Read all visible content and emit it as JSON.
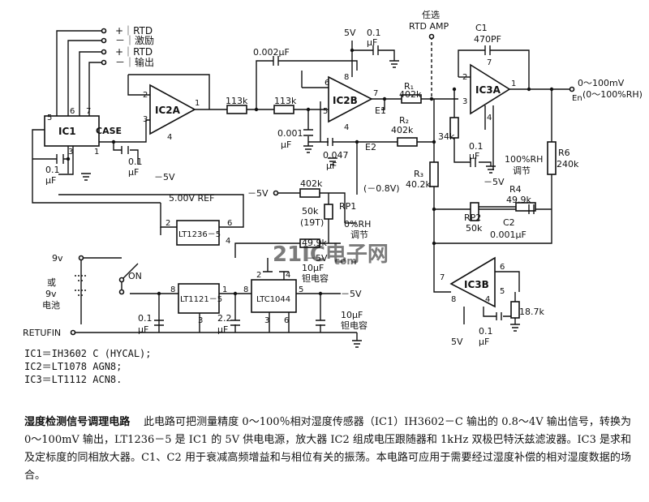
{
  "terminals": [
    "RTD",
    "激励",
    "RTD",
    "输出"
  ],
  "chips": {
    "ic1": "IC1",
    "ic2a": "IC2A",
    "ic2b": "IC2B",
    "ic3a": "IC3A",
    "ic3b": "IC3B",
    "lt1236": "LT1236－5",
    "lt1121": "LT1121－5",
    "ltc1044": "LTC1044"
  },
  "labels": {
    "case": "CASE",
    "ref": "5.00V REF",
    "five_v": "5V",
    "neg5v": "－5V",
    "neg5v_b": "－5V",
    "neg5v_c": "－5V",
    "neg5v_d": "－5V",
    "five_v_b": "5V",
    "nine_v": "9v",
    "battery": [
      "或",
      "9v",
      "电池"
    ],
    "on": "ON",
    "return": "RETUFIN",
    "optional": "任选",
    "rtd_amp": "RTD AMP",
    "e1": "E1",
    "e2": "E2",
    "en": "En",
    "output": "0～100mV",
    "output_sub": "(0～100%RH)",
    "rh100": "100%RH",
    "rh100_adj": "调节",
    "rh0": "0%RH",
    "rh0_adj": "调节",
    "neg08": "(－0.8V)",
    "rp1": "RP1",
    "rp2": "RP2",
    "turns": "(19T)",
    "tantalum1": "10μF",
    "tantalum1_b": "钽电容",
    "tantalum2": "10μF",
    "tantalum2_b": "钽电容",
    "c1": "C1",
    "c2": "C2"
  },
  "values": {
    "c_ic1": "0.1",
    "c_ic1_u": "μF",
    "c_ic1b": "0.1",
    "c_ic1b_u": "μF",
    "c_002": "0.002μF",
    "r113a": "113k",
    "r113b": "113k",
    "c_0001": "0.001",
    "c_0001_u": "μF",
    "c_0047": "0.047",
    "c_0047_u": "μF",
    "c_top": "0.1",
    "c_top_u": "μF",
    "r1": "R₁",
    "r1v": "402k",
    "r2": "R₂",
    "r2v": "402k",
    "r3": "R₃",
    "r3v": "40.2k",
    "r34": "34k",
    "c_mid": "0.1",
    "c_mid_u": "μF",
    "c1v": "470PF",
    "r6": "R6",
    "r6v": "240k",
    "r4": "R4",
    "r4v": "49.9k",
    "rp2v": "50k",
    "c2v": "0.001μF",
    "r402": "402k",
    "rp1v": "50k",
    "r499": "49.9k",
    "r187": "18.7k",
    "c_b1": "0.1",
    "c_b1_u": "μF",
    "c_b2": "2.2",
    "c_b2_u": "μF",
    "c_b3": "0.1",
    "c_b3_u": "μF"
  },
  "watermark": "21IC电子网",
  "watermark_sub": "com",
  "notes": [
    "IC1＝IH3602 C (HYCAL);",
    "IC2＝LT1078 AGN8;",
    "IC3＝LT1112 ACN8."
  ],
  "caption": {
    "title": "湿度检测信号调理电路",
    "body": "此电路可把测量精度 0～100％相对湿度传感器（IC1）IH3602－C 输出的 0.8～4V 输出信号，转换为 0～100mV 输出，LT1236－5 是 IC1 的 5V 供电电源，放大器 IC2 组成电压跟随器和 1kHz 双极巴特沃兹滤波器。IC3 是求和及定标度的同相放大器。C1、C2 用于衰减高频增益和与相位有关的振荡。本电路可应用于需要经过湿度补偿的相对湿度数据的场合。"
  }
}
